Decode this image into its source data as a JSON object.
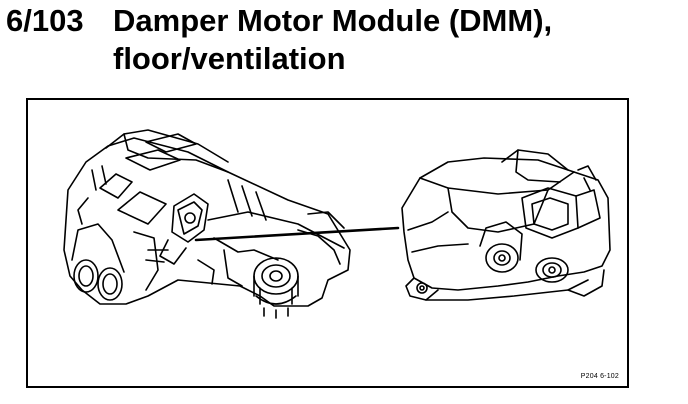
{
  "title": {
    "number": "6/103",
    "line1": "Damper Motor Module (DMM),",
    "line2": "floor/ventilation"
  },
  "figure": {
    "code": "P204 6-102",
    "icons": [
      "hvac-housing-illustration",
      "damper-motor-module-illustration",
      "leader-line"
    ]
  },
  "colors": {
    "ink": "#000000",
    "paper": "#ffffff"
  }
}
